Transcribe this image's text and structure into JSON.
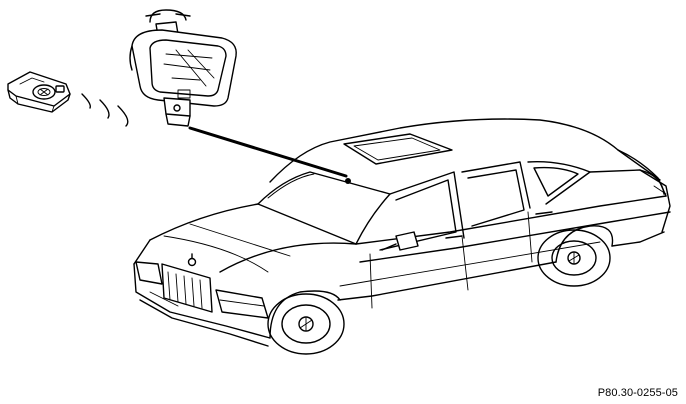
{
  "figure": {
    "code": "P80.30-0255-05"
  },
  "components": [
    "remote-key",
    "signal-waves",
    "rear-view-mirror",
    "pointer-line",
    "car"
  ],
  "colors": {
    "line": "#000000",
    "background": "#ffffff"
  }
}
